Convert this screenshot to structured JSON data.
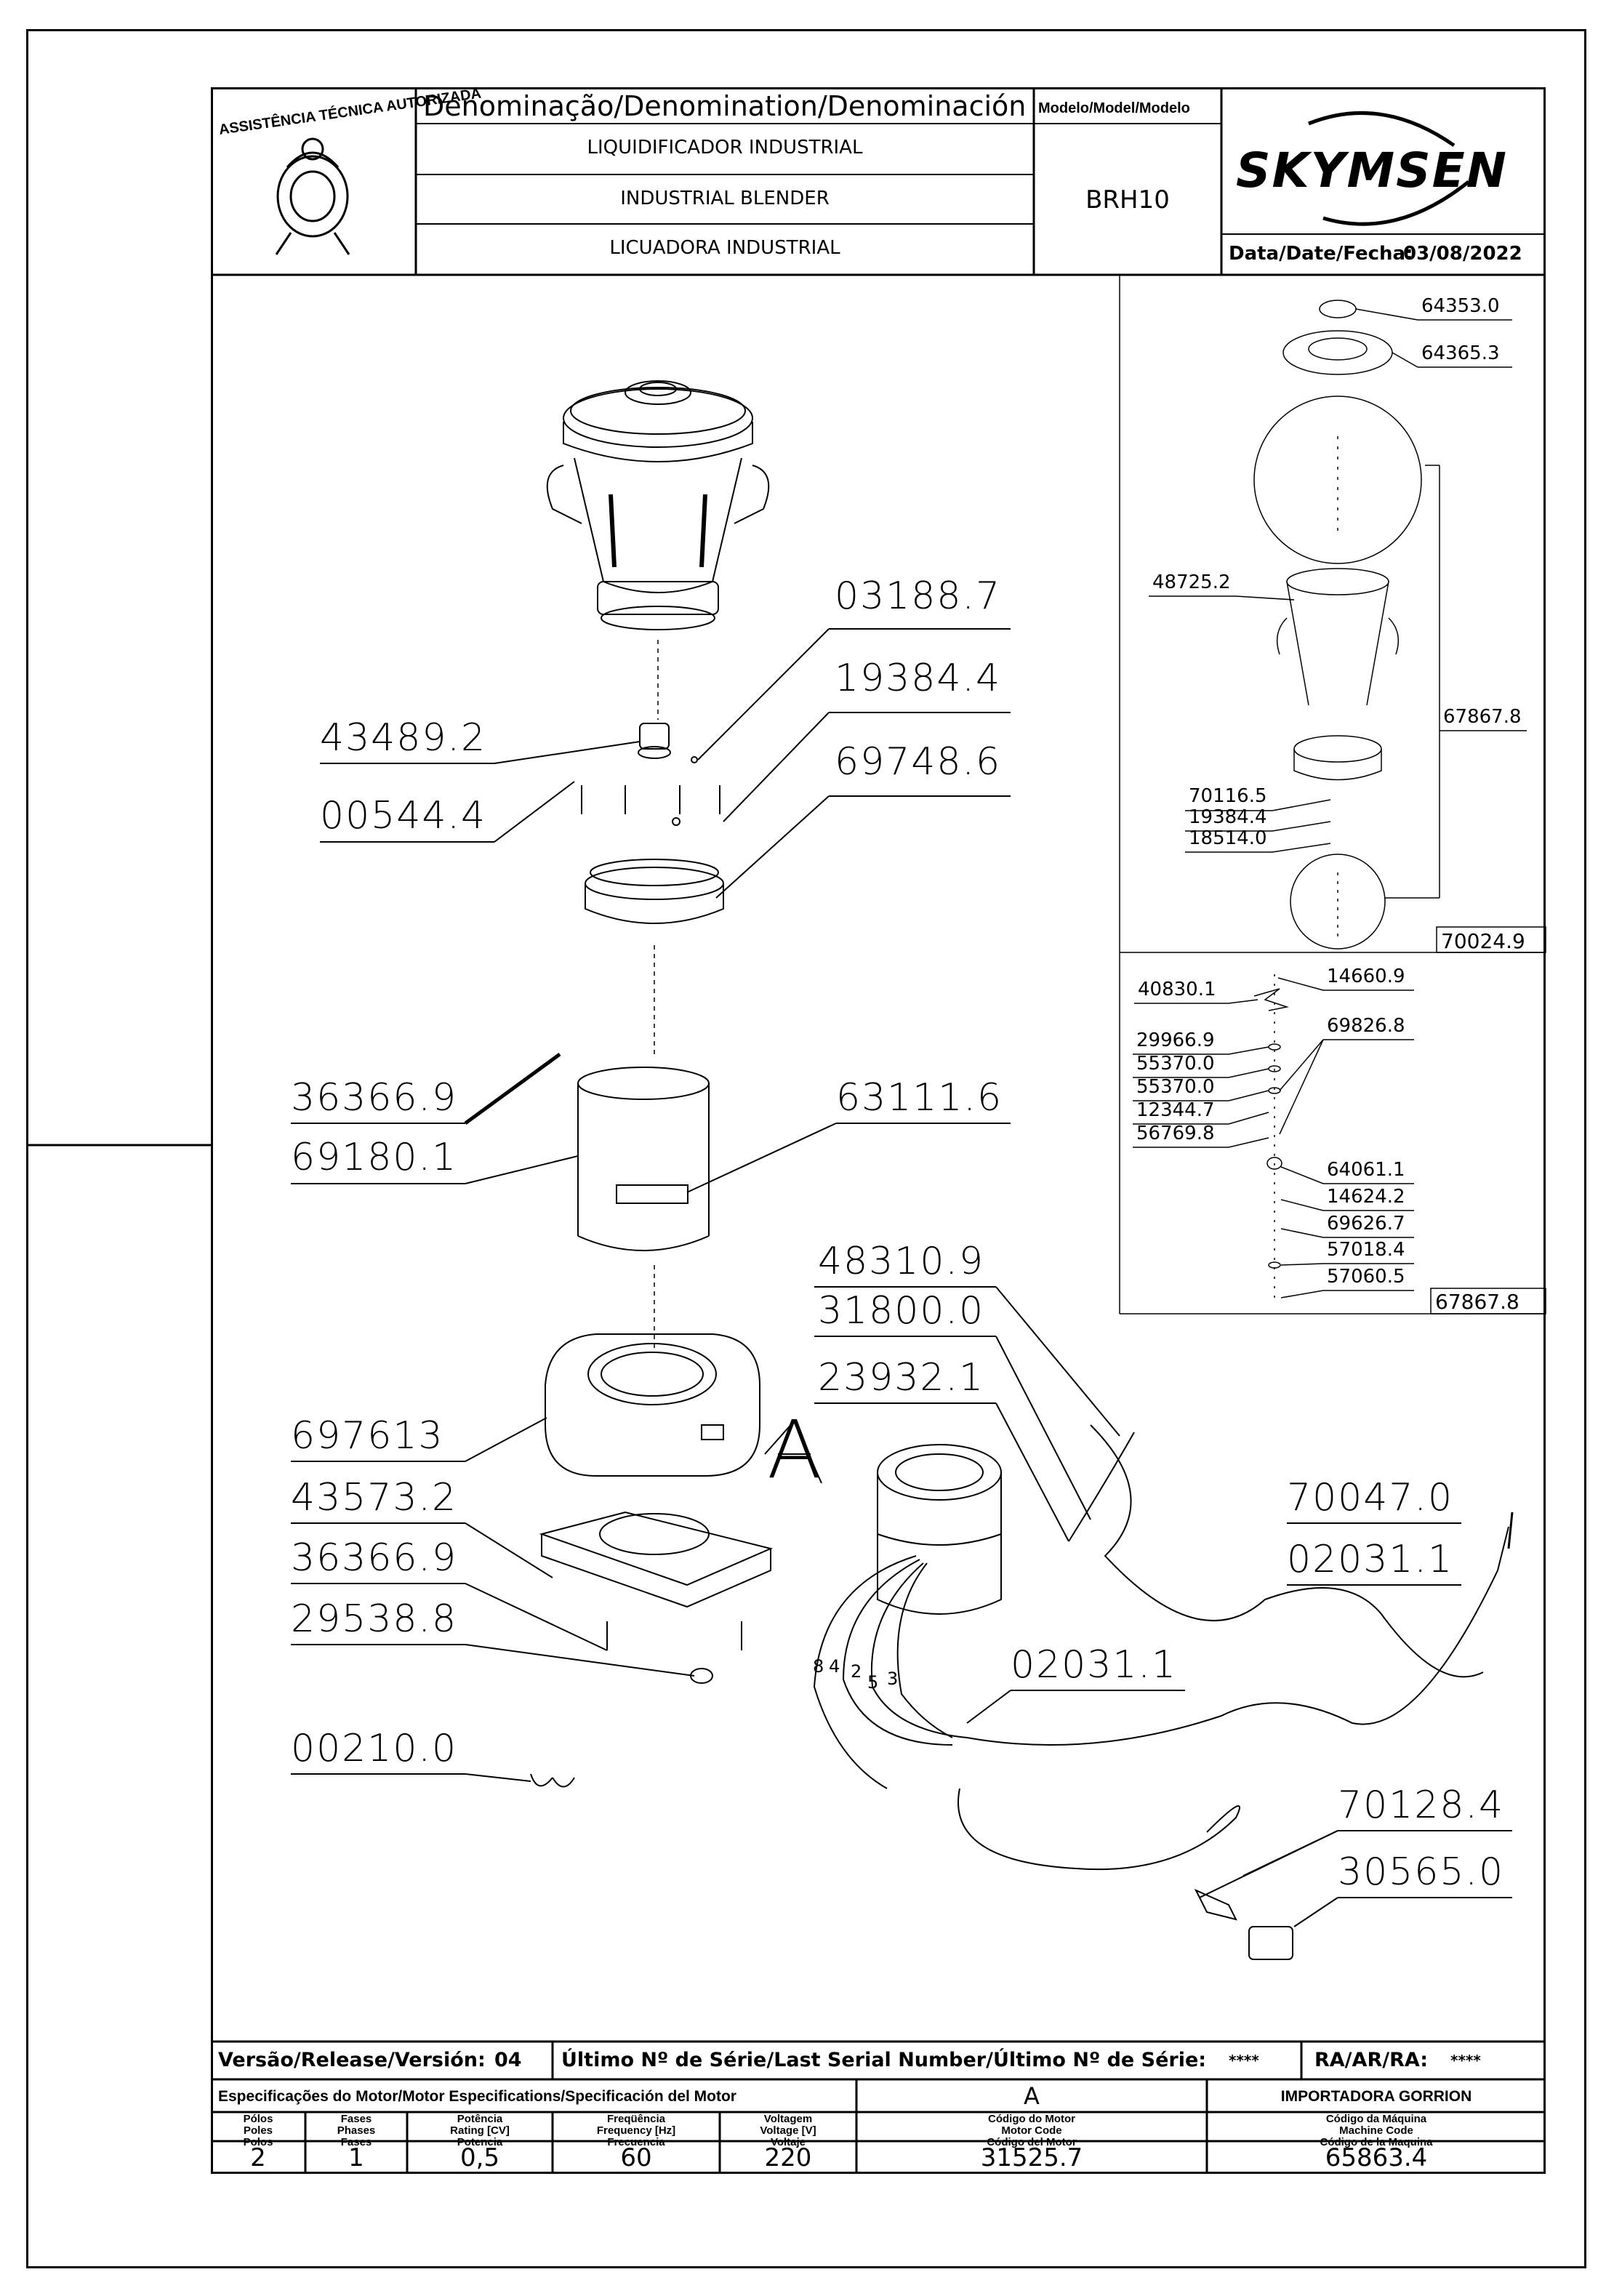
{
  "header": {
    "denomination_title": "Denominação/Denomination/Denominación",
    "names": [
      "LIQUIDIFICADOR INDUSTRIAL",
      "INDUSTRIAL BLENDER",
      "LICUADORA INDUSTRIAL"
    ],
    "model_label": "Modelo/Model/Modelo",
    "model_value": "BRH10",
    "brand": "SKYMSEN",
    "date_label": "Data/Date/Fecha:",
    "date_value": "03/08/2022",
    "seal_text": "ASSISTÊNCIA TÉCNICA AUTORIZADA"
  },
  "main_parts": {
    "p03188": "03188.7",
    "p19384": "19384.4",
    "p69748": "69748.6",
    "p43489": "43489.2",
    "p00544": "00544.4",
    "p36366a": "36366.9",
    "p69180": "69180.1",
    "p63111": "63111.6",
    "p48310": "48310.9",
    "p31800": "31800.0",
    "p23932": "23932.1",
    "p697613": "697613",
    "p43573": "43573.2",
    "p36366b": "36366.9",
    "p29538": "29538.8",
    "p00210": "00210.0",
    "p70047": "70047.0",
    "p02031a": "02031.1",
    "p02031b": "02031.1",
    "p70128": "70128.4",
    "p30565": "30565.0",
    "detail_A": "A",
    "wire_numbers": [
      "8",
      "4",
      "2",
      "5",
      "3"
    ]
  },
  "jar_detail": {
    "p64353": "64353.0",
    "p64365": "64365.3",
    "p48725": "48725.2",
    "p67867": "67867.8",
    "p70116": "70116.5",
    "p19384": "19384.4",
    "p18514": "18514.0",
    "box_label": "70024.9"
  },
  "blade_detail": {
    "p40830": "40830.1",
    "p14660": "14660.9",
    "p69826": "69826.8",
    "p29966": "29966.9",
    "p55370a": "55370.0",
    "p55370b": "55370.0",
    "p12344": "12344.7",
    "p56769": "56769.8",
    "p64061": "64061.1",
    "p14624": "14624.2",
    "p69626": "69626.7",
    "p57018": "57018.4",
    "p57060": "57060.5",
    "box_label": "67867.8"
  },
  "footer": {
    "version_label": "Versão/Release/Versión:",
    "version_value": "04",
    "serial_label": "Último Nº de Série/Last Serial Number/Último Nº de Série:",
    "serial_value": "****",
    "ra_label": "RA/AR/RA:",
    "ra_value": "****",
    "motor_spec_label": "Especificações do Motor/Motor Especifications/Specificación del Motor",
    "motor_letter": "A",
    "importer": "IMPORTADORA GORRION",
    "col_poles": "Pólos\nPoles\nPolos",
    "col_phases": "Fases\nPhases\nFases",
    "col_power": "Potência\nRating [CV]\nPotencia",
    "col_freq": "Freqüência\nFrequency [Hz]\nFrecuencia",
    "col_volt": "Voltagem\nVoltage [V]\nVoltaje",
    "col_motor_code": "Código do Motor\nMotor Code\nCódigo del Motor",
    "col_machine_code": "Código da Máquina\nMachine Code\nCódigo de la Maquina",
    "val_poles": "2",
    "val_phases": "1",
    "val_power": "0,5",
    "val_freq": "60",
    "val_volt": "220",
    "val_motor_code": "31525.7",
    "val_machine_code": "65863.4"
  }
}
